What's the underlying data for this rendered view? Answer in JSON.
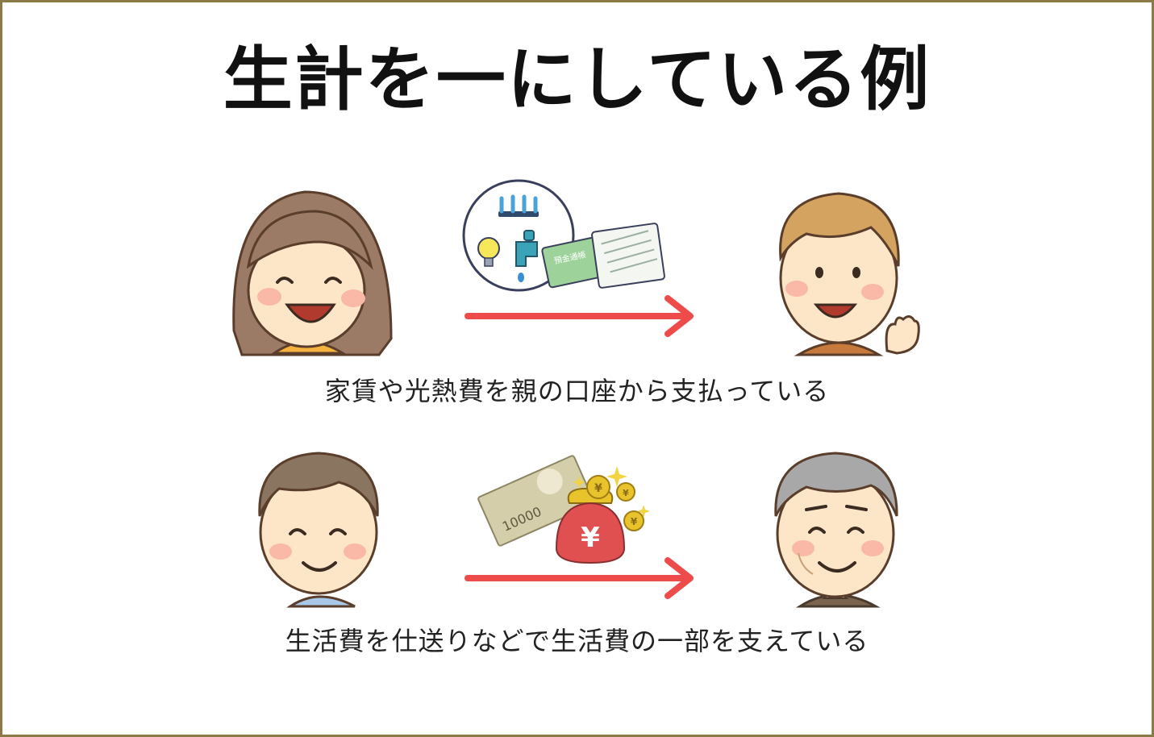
{
  "title": "生計を一にしている例",
  "examples": [
    {
      "caption": "家賃や光熱費を親の口座から支払っている",
      "passbook_label": "預金通帳"
    },
    {
      "caption": "生活費を仕送りなどで生活費の一部を支えている",
      "bill_amount": "10000",
      "purse_symbol": "¥",
      "coin_symbol": "¥"
    }
  ],
  "colors": {
    "frame": "#8b7a45",
    "arrow": "#ee4b4b",
    "skin": "#fde6c8",
    "cheek": "#f9b9a6",
    "hair_brown": "#9b7b65",
    "hair_light": "#d3a35f",
    "hair_gray": "#a8a8a8",
    "purse": "#e05050",
    "coin": "#e9c32c"
  }
}
